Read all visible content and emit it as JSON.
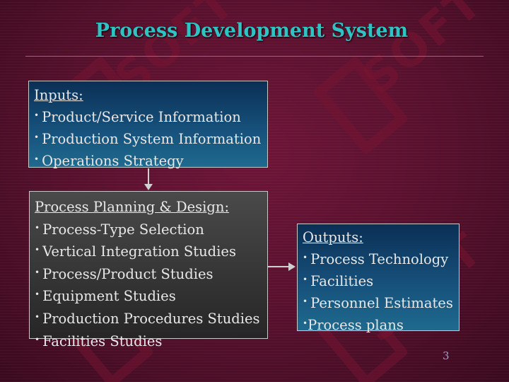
{
  "slide": {
    "title": "Process Development System",
    "page_number": "3",
    "watermark": "SOFT"
  },
  "inputs": {
    "heading": "Inputs:",
    "items": [
      "Product/Service Information",
      "Production System Information",
      "Operations Strategy"
    ]
  },
  "planning": {
    "heading": "Process Planning & Design:",
    "items": [
      "Process-Type Selection",
      "Vertical Integration Studies",
      "Process/Product Studies",
      "Equipment Studies",
      "Production Procedures Studies",
      "Facilities Studies"
    ]
  },
  "outputs": {
    "heading": "Outputs:",
    "items": [
      "Process Technology",
      "Facilities",
      "Personnel Estimates",
      "Process plans"
    ]
  },
  "colors": {
    "title": "#2ec4c4",
    "background": "#5a1030",
    "box_blue": "#16507a",
    "box_gray": "#333333",
    "arrow": "#d0d0d0"
  }
}
